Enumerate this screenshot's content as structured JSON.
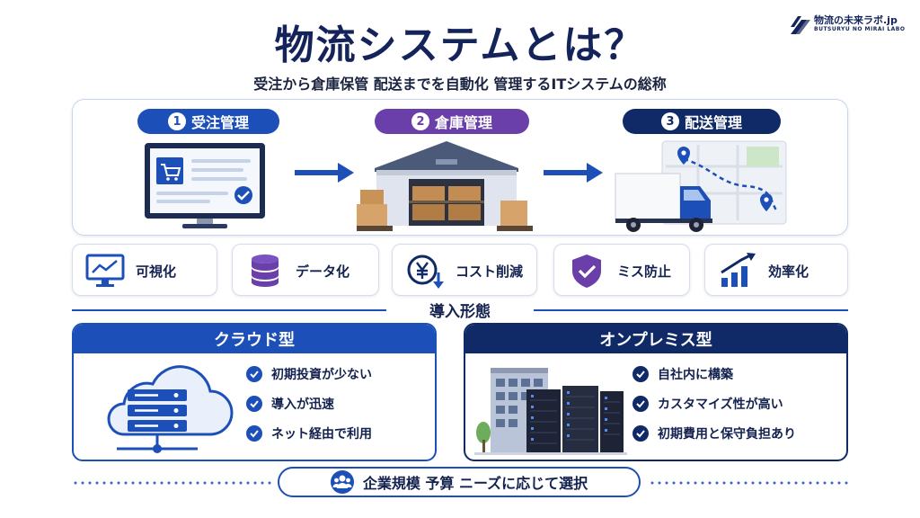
{
  "header": {
    "title": "物流システムとは？",
    "subtitle": "受注から倉庫保管 配送までを自動化 管理するITシステムの総称",
    "logo_name": "物流の未来ラボ.jp",
    "logo_sub": "BUTSURYU NO MIRAI LABO"
  },
  "process": {
    "steps": [
      {
        "number": "1",
        "label": "受注管理",
        "color": "#1d4fb8",
        "icon": "computer-cart-icon"
      },
      {
        "number": "2",
        "label": "倉庫管理",
        "color": "#6a3fa9",
        "icon": "warehouse-icon"
      },
      {
        "number": "3",
        "label": "配送管理",
        "color": "#0f2a66",
        "icon": "truck-map-icon"
      }
    ]
  },
  "features": [
    {
      "label": "可視化",
      "icon": "monitor-chart-icon"
    },
    {
      "label": "データ化",
      "icon": "database-icon"
    },
    {
      "label": "コスト削減",
      "icon": "yen-down-icon"
    },
    {
      "label": "ミス防止",
      "icon": "shield-check-icon"
    },
    {
      "label": "効率化",
      "icon": "growth-chart-icon"
    }
  ],
  "section_title": "導入形態",
  "cloud": {
    "title": "クラウド型",
    "color": "#1d4fb8",
    "items": [
      "初期投資が少ない",
      "導入が迅速",
      "ネット経由で利用"
    ]
  },
  "onprem": {
    "title": "オンプレミス型",
    "color": "#0f2a66",
    "items": [
      "自社内に構築",
      "カスタマイズ性が高い",
      "初期費用と保守負担あり"
    ]
  },
  "footer": {
    "text": "企業規模 予算 ニーズに応じて選択"
  },
  "colors": {
    "primary": "#1d4fb8",
    "purple": "#6a3fa9",
    "navy": "#0f2a66",
    "title": "#14245a"
  }
}
